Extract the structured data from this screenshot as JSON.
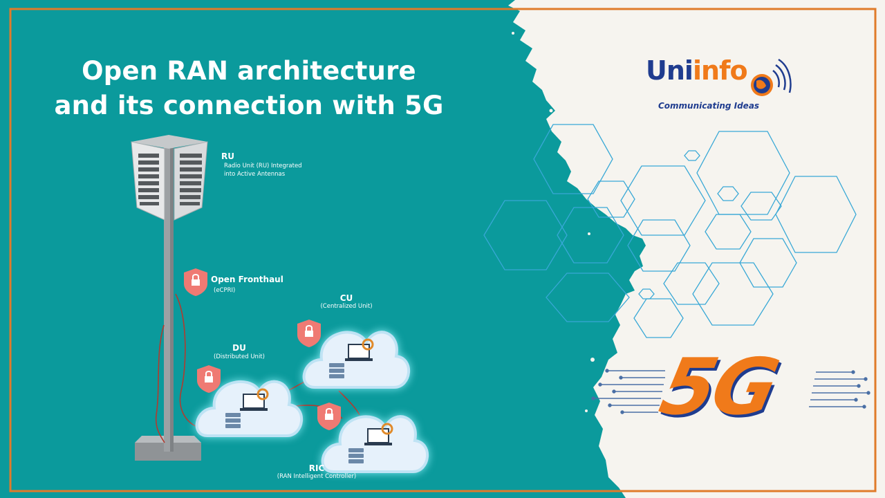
{
  "title": {
    "line1": "Open RAN architecture",
    "line2": "and its connection with 5G"
  },
  "diagram": {
    "ru": {
      "label": "RU",
      "desc_line1": "Radio Unit (RU) Integrated",
      "desc_line2": "into Active Antennas"
    },
    "fronthaul": {
      "label": "Open Fronthaul",
      "desc": "(eCPRI)"
    },
    "du": {
      "label": "DU",
      "desc": "(Distributed Unit)"
    },
    "cu": {
      "label": "CU",
      "desc": "(Centralized Unit)"
    },
    "ric": {
      "label": "RIC",
      "desc": "(RAN Intelligent Controller)"
    }
  },
  "logo": {
    "word_part1": "Uni",
    "word_part2": "info",
    "tagline": "Communicating Ideas",
    "icon": "globe-signal-icon"
  },
  "badge": {
    "text": "5G"
  },
  "icons": [
    "lock-shield-icon",
    "cloud-server-icon",
    "laptop-gear-icon",
    "antenna-tower-icon"
  ],
  "colors": {
    "teal_background": "#0b9a9c",
    "paper_background": "#f6f4ef",
    "frame_orange": "#e07b2a",
    "logo_blue": "#1f3c8f",
    "logo_orange": "#f07a1a",
    "shield_red": "#ef7a73",
    "hexagon_blue": "#38a8d6",
    "cable_red": "#b23a2e"
  }
}
